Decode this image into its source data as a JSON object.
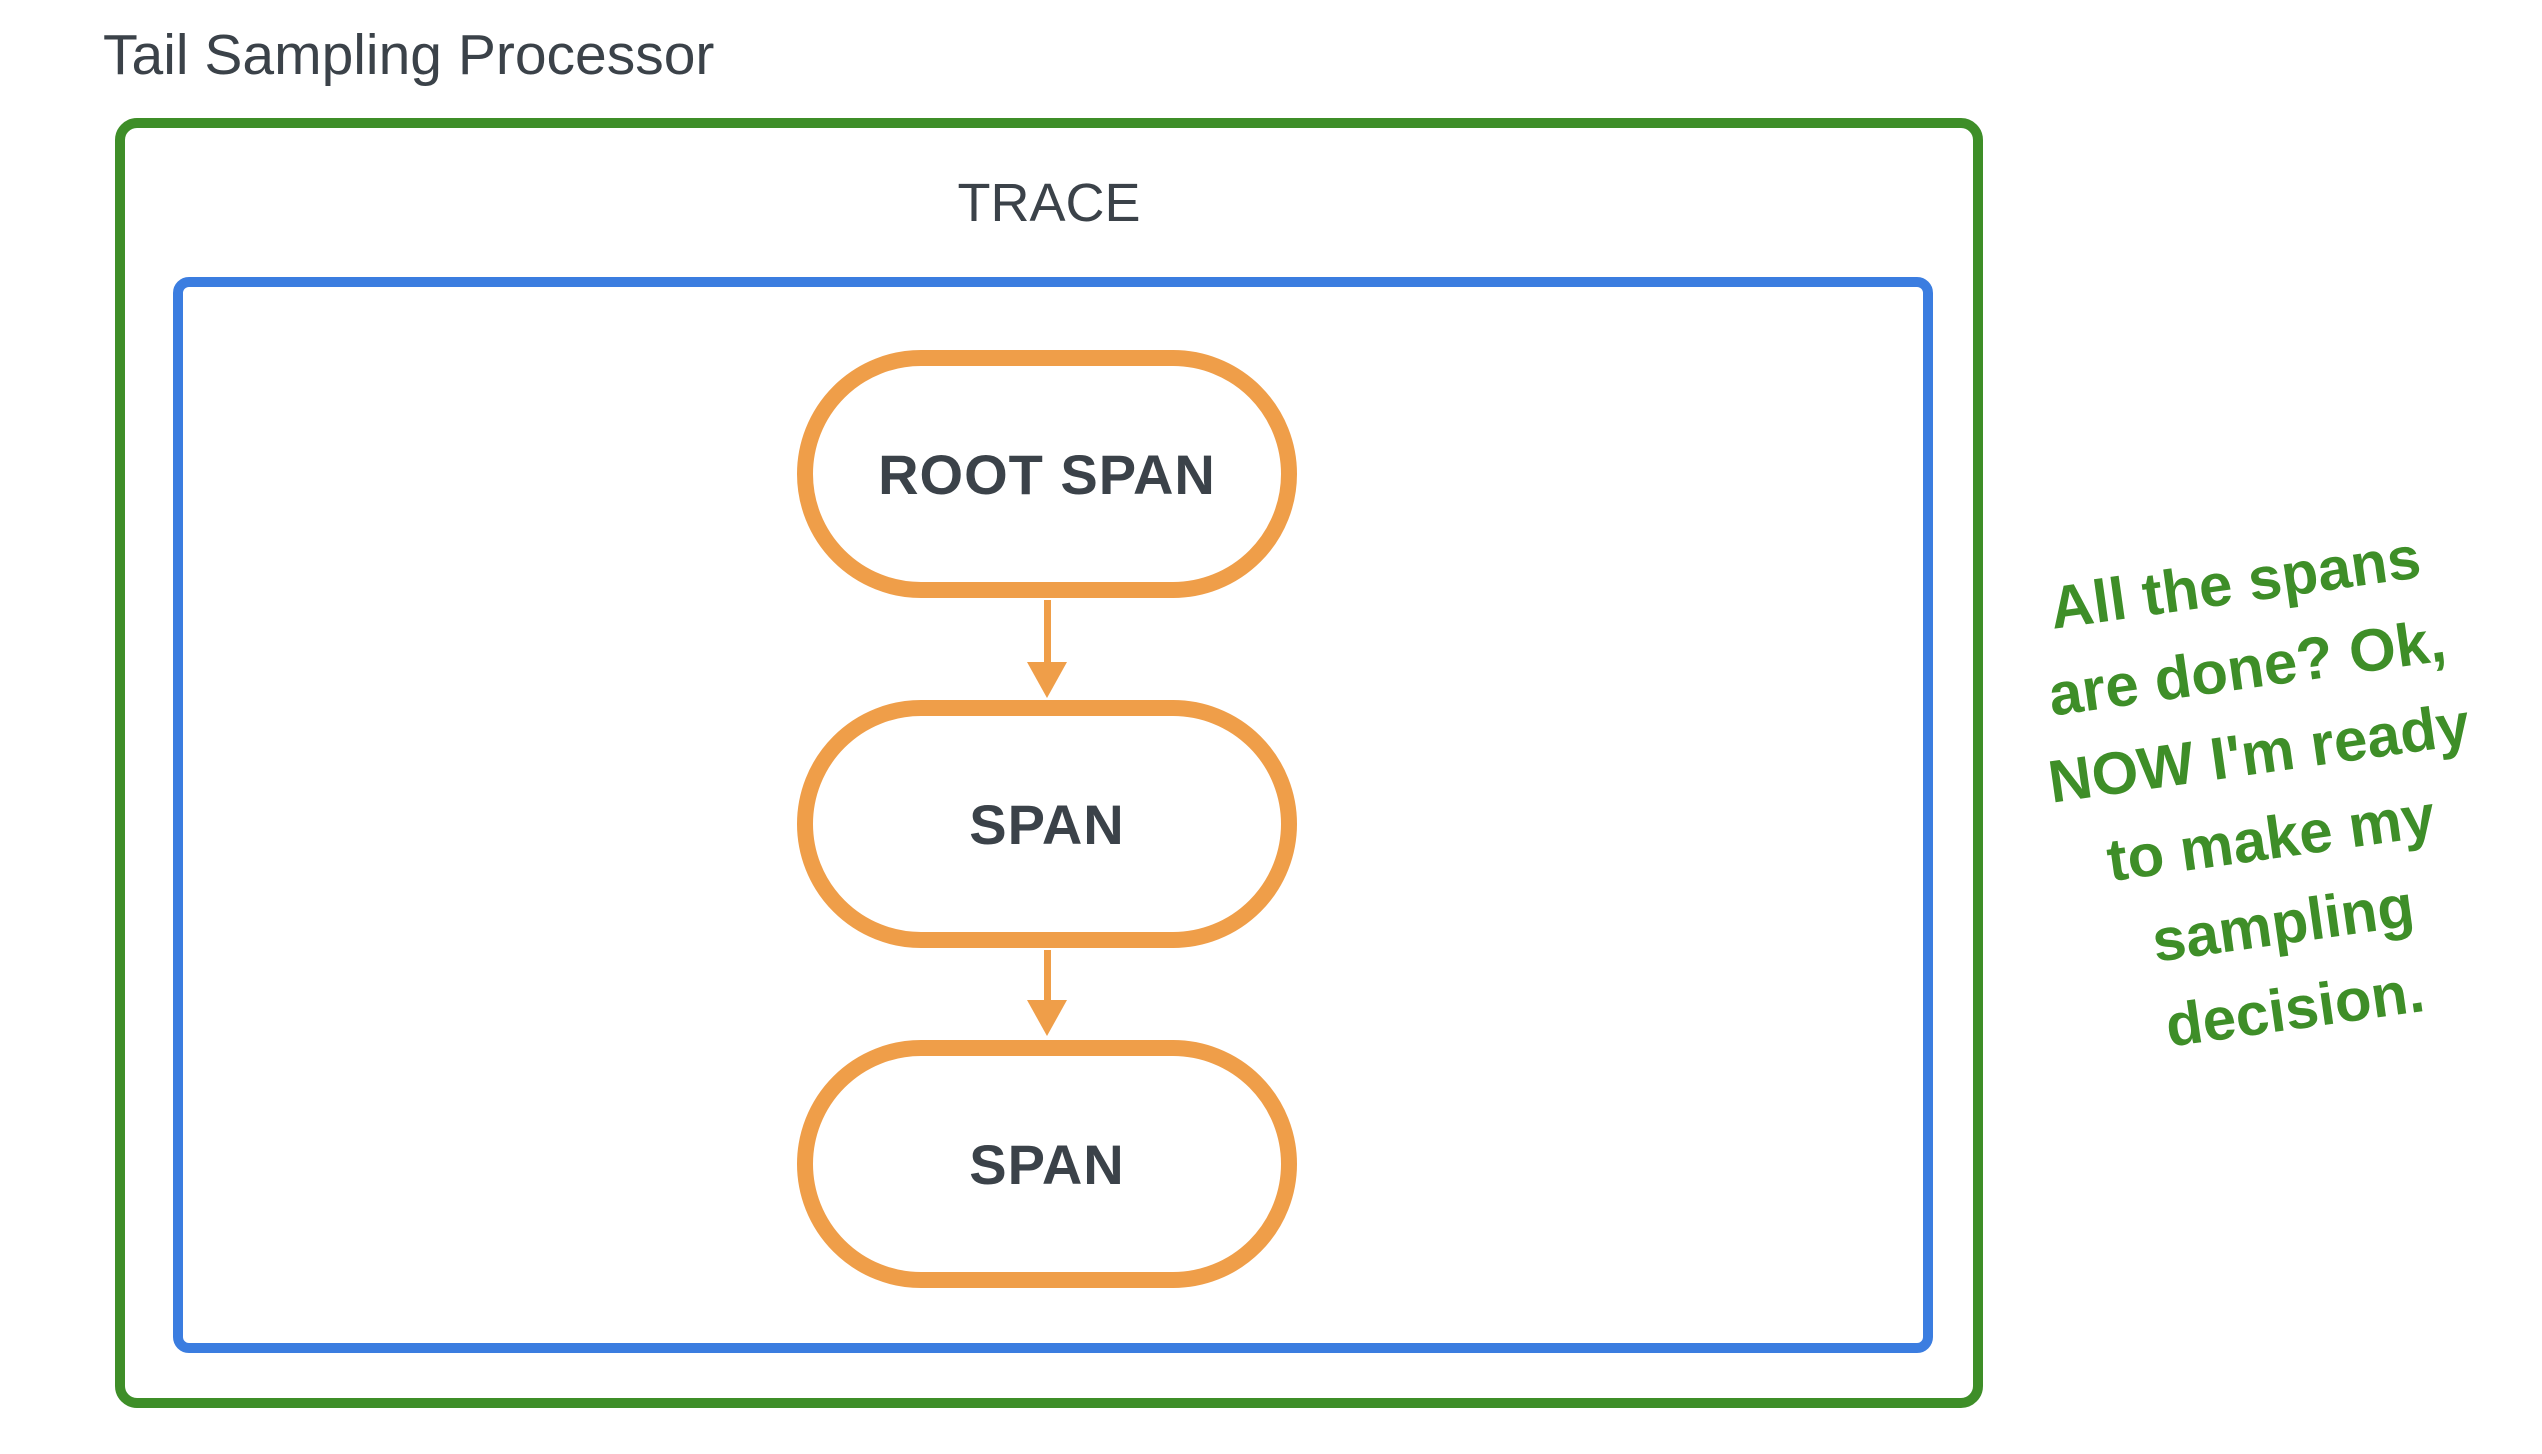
{
  "title": "Tail Sampling Processor",
  "trace": {
    "label": "TRACE",
    "nodes": [
      {
        "label": "ROOT SPAN"
      },
      {
        "label": "SPAN"
      },
      {
        "label": "SPAN"
      }
    ]
  },
  "annotation": {
    "lines": [
      "All the spans",
      "are done? Ok,",
      "NOW I'm ready",
      "to make my",
      "sampling",
      "decision."
    ]
  },
  "colors": {
    "green": "#3e8e28",
    "blue": "#3b7de0",
    "orange": "#ef9e49",
    "text": "#3b4249"
  }
}
